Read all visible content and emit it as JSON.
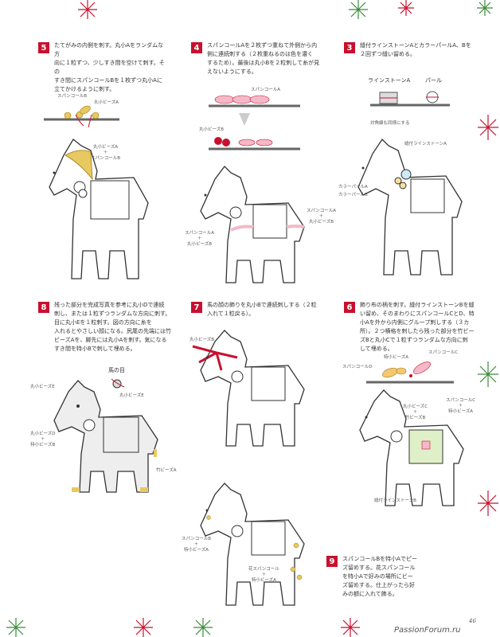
{
  "steps": [
    {
      "num": "5",
      "text": "たてがみの内側を刺す。丸小Aをランダムな方\n向に１粒ずつ、少しすき間を空けて刺す。その\nすき間にスパンコールBを１枚ずつ丸小Aに\n立てかけるように刺す。"
    },
    {
      "num": "4",
      "text": "スパンコールAを２枚ずつ重ねて外側から内\n側に連続刺する（２枚重ねるのは色を濃く\nするため）。最後は丸小Bを２粒刺して糸が見\nえないようにする。"
    },
    {
      "num": "3",
      "text": "縫付ラインストーンAとカラーパールA、Bを\n２回ずつ縫い留める。"
    },
    {
      "num": "8",
      "text": "残った部分を完成写真を参考に丸小Dで連続\n刺し、または１粒ずつランダムな方向に刺す。\n目に丸小Eを１粒刺す。図の方向に糸を\n入れるとやさしい顔になる。尻尾の先端には竹\nビーズAを、脚先には丸小Aを刺す。気になる\nすき間を特小Bで刺して埋める。"
    },
    {
      "num": "7",
      "text": "馬の顔の飾りを丸小Bで連続刺しする（２粒\n入れて１粒戻る）。"
    },
    {
      "num": "6",
      "text": "飾り布の柄を刺す。縫付ラインストーンBを縫\nい留め、そのまわりにスパンコールCとD、特\n小Aを外から内側にグループ刺しする（３カ\n所）。２つ横格を刺したら残った部分を竹ビー\nズBと丸小Cで１粒ずつランダムな方向に刺\nして埋める。"
    },
    {
      "num": "9",
      "text": "スパンコールBを特小Aでピー\nズ留めする。花スパンコール\nを特小Aで好みの場所にビー\nズ留めする。仕上がったら好\nみの額に入れて飾る。"
    }
  ],
  "labels": {
    "s5_spangle": "スパンコールB",
    "s5_maru": "丸小ビーズA",
    "s5_mane": "丸小ビーズA\n＋\nスパンコールB",
    "s4_spangle": "スパンコールA",
    "s4_maru": "丸小ビーズB",
    "s4_neck": "スパンコールA\n＋\n丸小ビーズB",
    "s4_back": "スパンコールA\n＋\n丸小ビーズB",
    "s3_rhine": "ラインストーンA",
    "s3_pearl": "パール",
    "s3_note": "対角線も同様にする",
    "s3_sew": "縫付ラインストーンA",
    "s3_pa": "カラーパールA",
    "s3_pb": "カラーパールB",
    "s8_eye": "馬の目",
    "s8_eyebead": "丸小ビーズE",
    "s8_head": "丸小ビーズE",
    "s8_body": "丸小ビーズD\n＋\n特小ビーズB",
    "s8_tail": "竹ビーズA",
    "s7_label": "丸小ビーズB",
    "s6_d": "スパンコールD",
    "s6_tok": "特小ビーズA",
    "s6_c": "スパンコールC",
    "s6_body_l": "丸小ビーズC\n＋\n竹ビーズB",
    "s6_body_r": "スパンコールC\n＋\n特小ビーズA",
    "s6_stone": "縫付ラインストーンB",
    "s9_face": "スパンコールB\n＋\n特小ビーズA",
    "s9_flower": "花スパンコール\n＋\n特小ビーズA"
  },
  "page_number": "46",
  "watermark": "PassionForum.ru",
  "colors": {
    "accent": "#c8102e",
    "green": "#3a8a3a",
    "gold": "#d4a017"
  }
}
